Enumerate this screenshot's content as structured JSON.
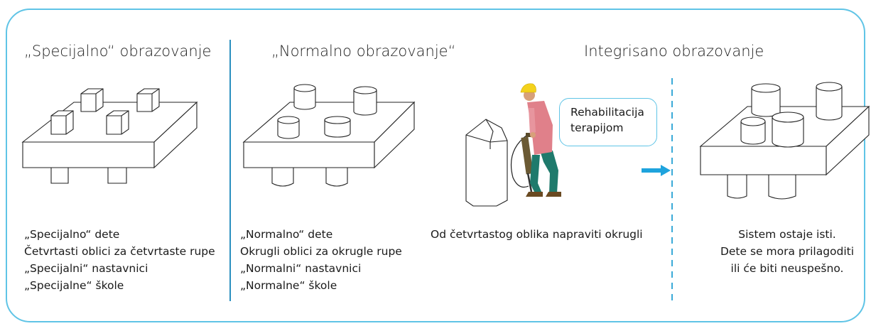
{
  "sections": {
    "special": {
      "heading": "„Specijalno“ obrazovanje",
      "lines": [
        "„Specijalno“ dete",
        "Četvrtasti oblici za četvrtaste rupe",
        "„Specijalni“ nastavnici",
        "„Specijalne“ škole"
      ]
    },
    "normal": {
      "heading": "„Normalno obrazovanje“",
      "lines": [
        "„Normalno“ dete",
        "Okrugli oblici za okrugle rupe",
        "„Normalni“ nastavnici",
        "„Normalne“ škole"
      ]
    },
    "integrated": {
      "heading": "Integrisano obrazovanje",
      "rehab_caption": "Od četvrtastog oblika napraviti okrugli",
      "bubble_lines": [
        "Rehabilitacija",
        "terapijom"
      ],
      "system_lines": [
        "Sistem ostaje isti.",
        "Dete se mora prilagoditi",
        "ili će biti neuspešno."
      ]
    }
  },
  "colors": {
    "frame": "#5fc4e6",
    "divider": "#2a8fbf",
    "arrow": "#1ea3dd",
    "worker_shirt": "#e0808a",
    "worker_pants": "#1f7a6c",
    "helmet": "#f4d21c"
  }
}
